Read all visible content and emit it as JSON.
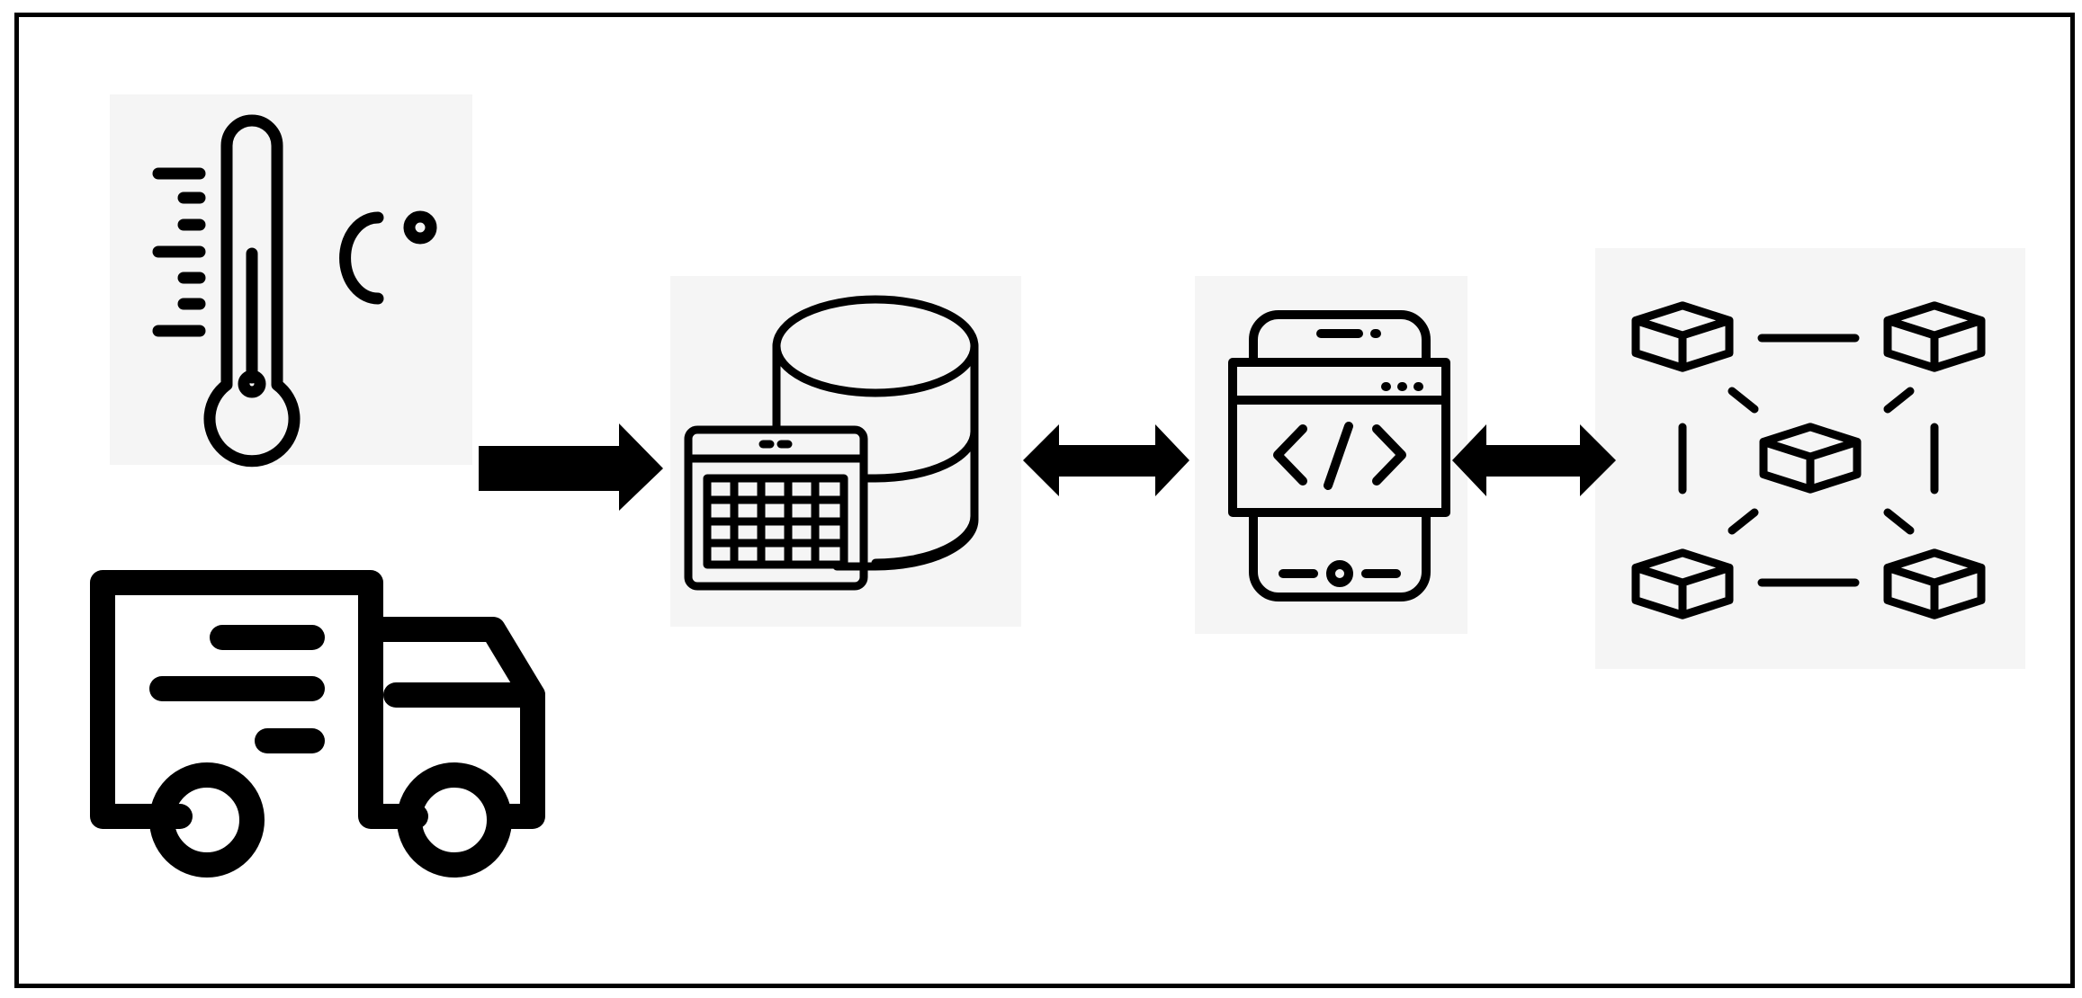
{
  "diagram": {
    "thermometer": {
      "icon": "thermometer-icon",
      "unit_text": "C°"
    },
    "truck": {
      "icon": "truck-icon"
    },
    "database": {
      "icon": "database-calendar-icon"
    },
    "app": {
      "icon": "mobile-code-icon",
      "code_glyph": "</>"
    },
    "blockchain": {
      "icon": "blockchain-network-icon"
    },
    "arrows": [
      {
        "from": "sensors",
        "to": "database",
        "direction": "one-way"
      },
      {
        "from": "database",
        "to": "app",
        "direction": "two-way"
      },
      {
        "from": "app",
        "to": "blockchain",
        "direction": "two-way"
      }
    ],
    "colors": {
      "stroke": "#000000",
      "tile": "#f5f5f5",
      "frame": "#000000"
    }
  }
}
